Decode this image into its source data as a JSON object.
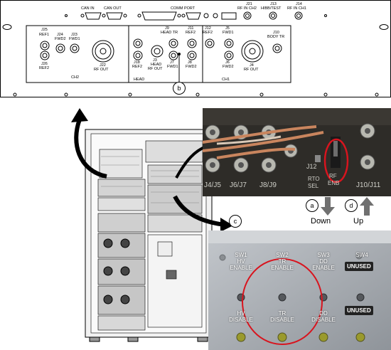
{
  "rear_panel": {
    "top_connectors": {
      "can_in": "CAN IN",
      "can_out": "CAN OUT",
      "comm_port": "COMM PORT",
      "j21": "J21",
      "rf_in_ch2": "RF IN CH2",
      "j13": "J13",
      "hibb_test": "HIBB/TEST",
      "j14": "J14",
      "rf_in_ch1": "RF IN CH1"
    },
    "ch2": {
      "j25": "J25",
      "ref1": "REF1",
      "j24": "J24",
      "fwd2": "FWD2",
      "j23": "J23",
      "fwd1": "FWD1",
      "j26": "J26",
      "ref2": "REF2",
      "j22": "J22",
      "rf_out": "RF OUT",
      "section": "CH2"
    },
    "head": {
      "j9": "J9",
      "head_tr": "HEAD TR",
      "j18": "J18",
      "ref2": "REF2",
      "j3": "J3",
      "head": "HEAD",
      "rf_out": "RF OUT",
      "j7": "J7",
      "fwd1": "FWD1",
      "section": "HEAD"
    },
    "ch1": {
      "j11": "J11",
      "ref2a": "REF2",
      "j12": "J12",
      "ref2b": "REF2",
      "j5": "J5",
      "fwd1": "FWD1",
      "j10": "J10",
      "body_tr": "BODY TR",
      "j8": "J8",
      "fwd2": "FWD2",
      "j6": "J6",
      "fwd2b": "FWD2",
      "j4": "J4",
      "rf_out": "RF OUT",
      "section": "CH1"
    }
  },
  "callouts": {
    "b": "b",
    "c": "c",
    "a": "a",
    "d": "d",
    "down": "Down",
    "up": "Up"
  },
  "photo_top": {
    "labels": [
      "J4/J5",
      "J6/J7",
      "J8/J9",
      "J12",
      "RTO",
      "SEL",
      "RF",
      "ENB",
      "J10/J11"
    ]
  },
  "switch_panel": {
    "sw1": "SW1\nHV\nENABLE",
    "sw2": "SW2\nTR\nENABLE",
    "sw3": "SW3\nDD\nENABLE",
    "sw4": "SW4",
    "unused_top": "UNUSED",
    "hv_disable": "HV\nDISABLE",
    "tr_disable": "TR\nDISABLE",
    "dd_disable": "DD\nDISABLE",
    "unused_bottom": "UNUSED"
  },
  "colors": {
    "highlight_ellipse": "#d8141e",
    "arrow": "#000000",
    "updown_arrow": "#707070",
    "switch_panel_bg": "#a9aeb4",
    "photo_bg": "#2b2a26"
  }
}
